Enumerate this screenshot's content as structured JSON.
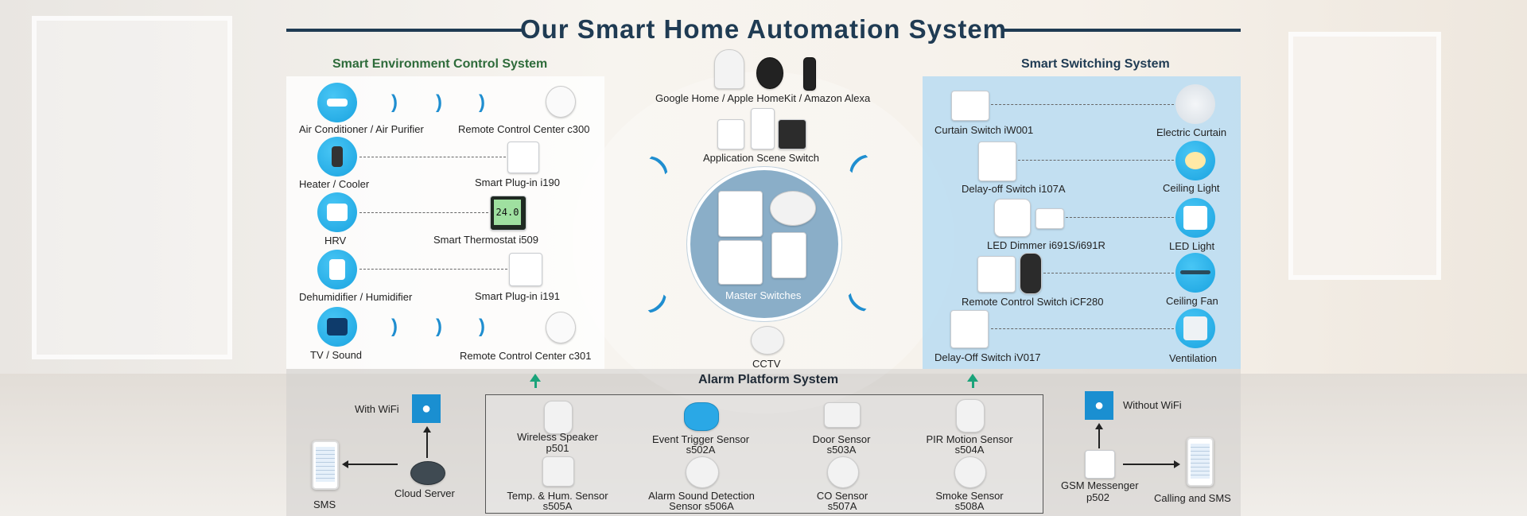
{
  "title": "Our Smart Home Automation System",
  "colors": {
    "title": "#1f3b53",
    "accent_blue": "#1aa3e0",
    "arrow_green": "#1aa37a",
    "right_panel": "#b9dcf2"
  },
  "env": {
    "title": "Smart Environment Control System",
    "ac": "Air Conditioner / Air Purifier",
    "rc300": "Remote Control Center c300",
    "heater": "Heater / Cooler",
    "plug190": "Smart Plug-in i190",
    "hrv": "HRV",
    "thermostat": "Smart Thermostat i509",
    "dehum": "Dehumidifier / Humidifier",
    "plug191": "Smart Plug-in i191",
    "tv": "TV / Sound",
    "rc301": "Remote Control Center c301",
    "thermostat_display": "24.0"
  },
  "center": {
    "voice": "Google Home / Apple HomeKit / Amazon Alexa",
    "scene": "Application Scene Switch",
    "master": "Master Switches",
    "cctv": "CCTV"
  },
  "switching": {
    "title": "Smart Switching System",
    "curtain_switch": "Curtain Switch iW001",
    "curtain": "Electric Curtain",
    "delay107": "Delay-off Switch i107A",
    "ceiling_light": "Ceiling Light",
    "dimmer": "LED Dimmer i691S/i691R",
    "led": "LED Light",
    "rc280": "Remote Control Switch iCF280",
    "fan": "Ceiling Fan",
    "delay017": "Delay-Off Switch iV017",
    "vent": "Ventilation"
  },
  "alarm": {
    "title": "Alarm Platform System",
    "items": [
      {
        "name": "Wireless Speaker",
        "model": "p501"
      },
      {
        "name": "Event Trigger Sensor",
        "model": "s502A"
      },
      {
        "name": "Door Sensor",
        "model": "s503A"
      },
      {
        "name": "PIR Motion Sensor",
        "model": "s504A"
      },
      {
        "name": "Temp. & Hum. Sensor",
        "model": "s505A"
      },
      {
        "name": "Alarm Sound Detection",
        "model": "Sensor s506A"
      },
      {
        "name": "CO Sensor",
        "model": "s507A"
      },
      {
        "name": "Smoke Sensor",
        "model": "s508A"
      }
    ]
  },
  "left_bottom": {
    "with_wifi": "With WiFi",
    "cloud": "Cloud Server",
    "sms": "SMS"
  },
  "right_bottom": {
    "without_wifi": "Without WiFi",
    "gsm": "GSM Messenger",
    "gsm_model": "p502",
    "calling": "Calling and SMS"
  }
}
